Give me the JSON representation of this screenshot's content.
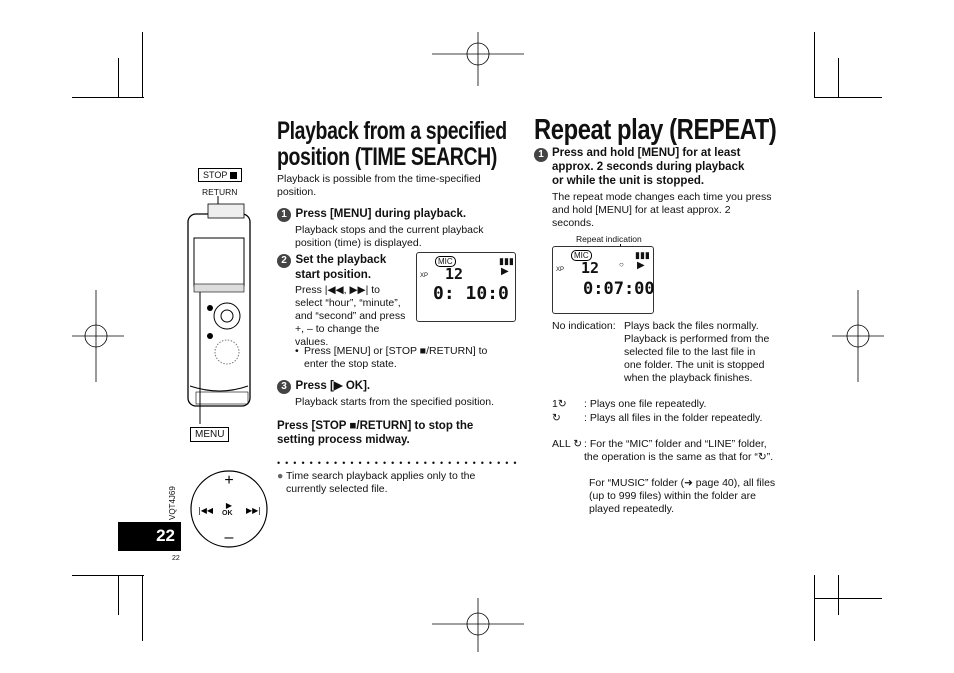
{
  "left": {
    "stop_button": "STOP",
    "return_label": "RETURN",
    "menu_button": "MENU",
    "ok_label": "OK",
    "plus": "+",
    "minus": "–",
    "side_code": "VQT4J69",
    "page_number": "22",
    "page_number_small": "22"
  },
  "time_search": {
    "title_line1": "Playback from a specified",
    "title_line2": "position (TIME SEARCH)",
    "intro": "Playback is possible from the time-specified position.",
    "steps": [
      {
        "num": "1",
        "title": "Press [MENU] during playback.",
        "body": "Playback stops and the current playback position (time) is displayed."
      },
      {
        "num": "2",
        "title_line1": "Set the playback",
        "title_line2": "start position.",
        "body_lines": [
          "Press |◀◀, ▶▶| to",
          "select “hour”, “minute”,",
          "and “second” and press",
          "+, – to change the",
          "values."
        ],
        "bullet": "Press [MENU] or [STOP ■/RETURN] to enter the stop state."
      },
      {
        "num": "3",
        "title": "Press [▶ OK].",
        "body": "Playback starts from the specified position."
      }
    ],
    "stop_note": "Press [STOP ■/RETURN] to stop the setting process midway.",
    "note": "Time search playback applies only to the currently selected file.",
    "lcd": {
      "mic": "MIC",
      "xp": "XP",
      "file": "12",
      "time": "0: 10:0"
    }
  },
  "repeat": {
    "title": "Repeat play (REPEAT)",
    "step1_line1": "Press and hold [MENU] for at least",
    "step1_line2": "approx. 2 seconds during playback",
    "step1_line3": "or while the unit is stopped.",
    "step1_body": "The repeat mode changes each time you press and hold [MENU] for at least approx. 2 seconds.",
    "repeat_indication": "Repeat indication",
    "lcd": {
      "mic": "MIC",
      "xp": "XP",
      "file": "12",
      "time": "0:07:00"
    },
    "rows": [
      {
        "key": "No indication:",
        "text": "Plays back the files normally. Playback is performed from the selected file to the last file in one folder. The unit is stopped when the playback finishes."
      },
      {
        "key": "1↻",
        "text": ": Plays one file repeatedly."
      },
      {
        "key": "↻",
        "text": ": Plays all files in the folder repeatedly."
      },
      {
        "key": "ALL ↻",
        "text": ": For the “MIC” folder and “LINE” folder, the operation is the same as that for “↻”."
      },
      {
        "key": "",
        "text": "For “MUSIC” folder (➜ page 40), all files (up to 999 files) within the folder are played repeatedly."
      }
    ]
  }
}
